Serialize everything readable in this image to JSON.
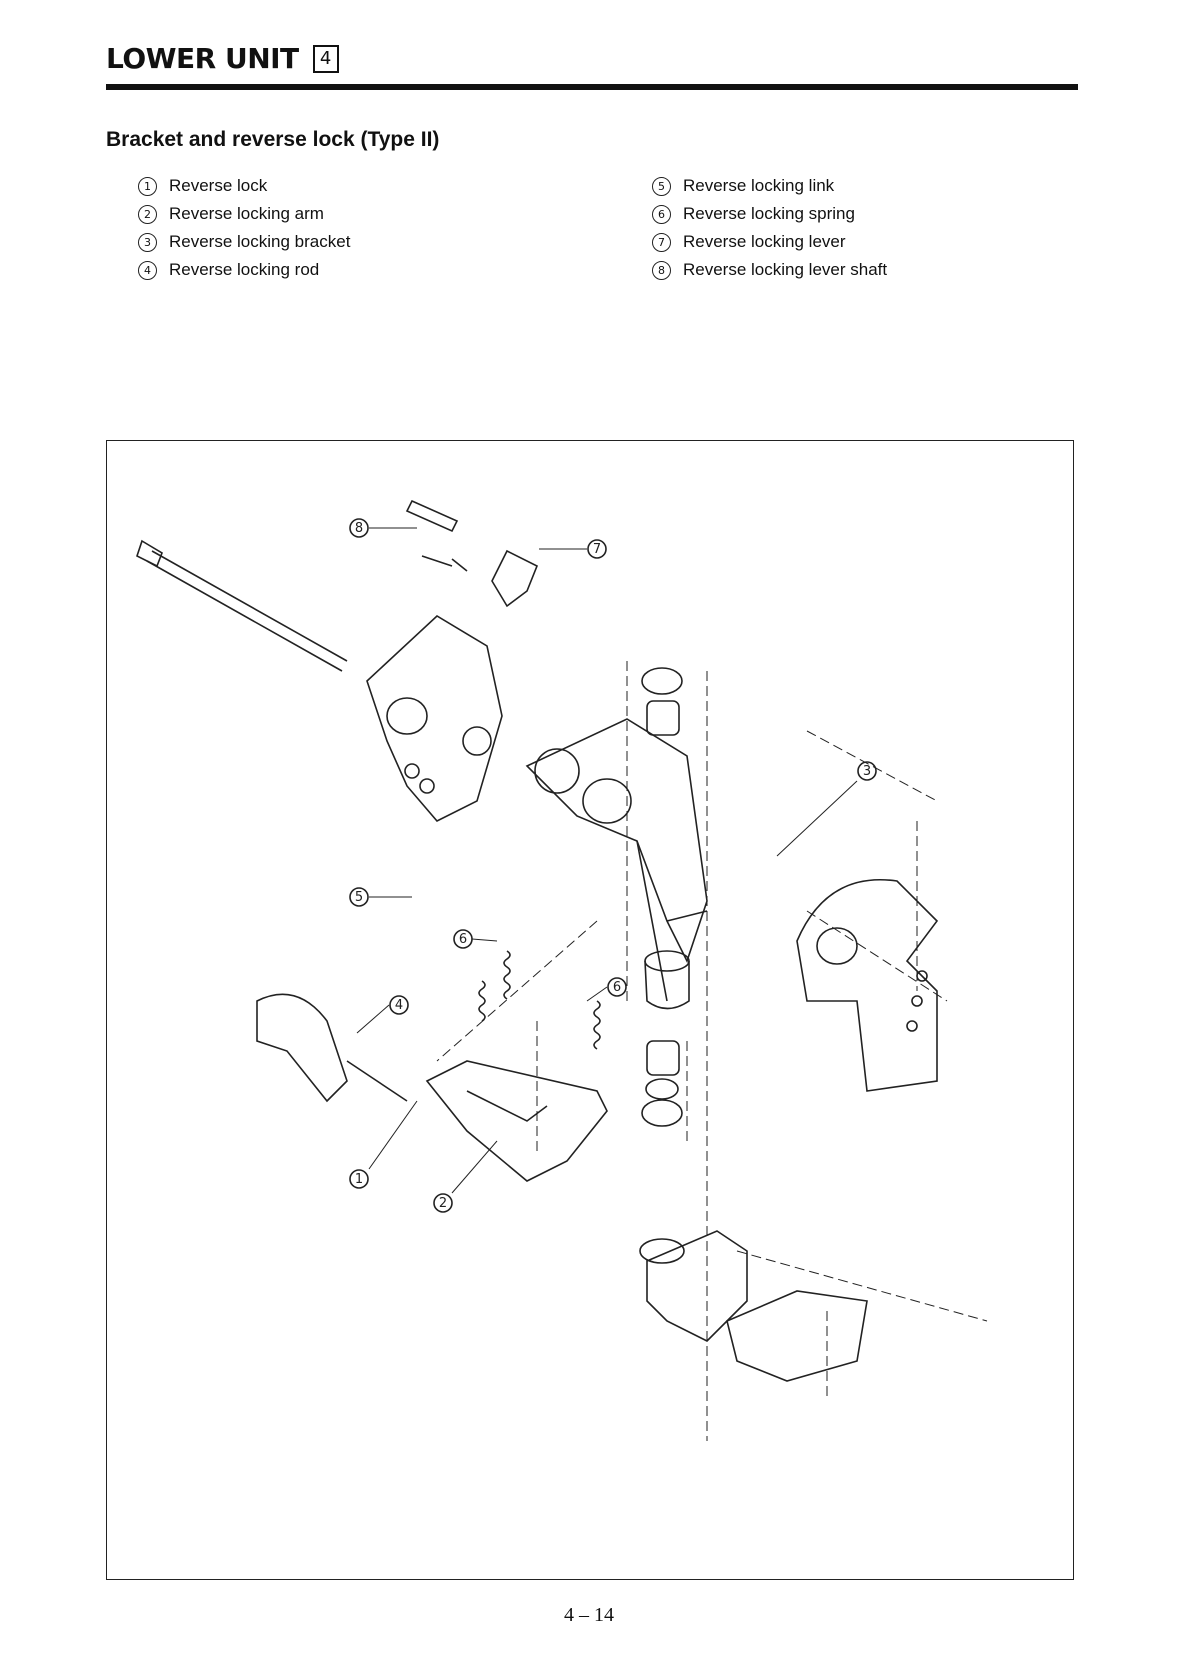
{
  "header": {
    "title": "LOWER UNIT",
    "chapter_number": "4"
  },
  "section": {
    "title": "Bracket and reverse lock (Type II)"
  },
  "legend": {
    "left": [
      {
        "number": "1",
        "label": "Reverse lock"
      },
      {
        "number": "2",
        "label": "Reverse locking arm"
      },
      {
        "number": "3",
        "label": "Reverse locking bracket"
      },
      {
        "number": "4",
        "label": "Reverse locking rod"
      }
    ],
    "right": [
      {
        "number": "5",
        "label": "Reverse locking link"
      },
      {
        "number": "6",
        "label": "Reverse locking spring"
      },
      {
        "number": "7",
        "label": "Reverse locking lever"
      },
      {
        "number": "8",
        "label": "Reverse locking lever shaft"
      }
    ]
  },
  "figure": {
    "callouts": [
      "8",
      "7",
      "3",
      "5",
      "6",
      "6",
      "4",
      "1",
      "2"
    ]
  },
  "footer": {
    "page_number": "4 – 14"
  }
}
